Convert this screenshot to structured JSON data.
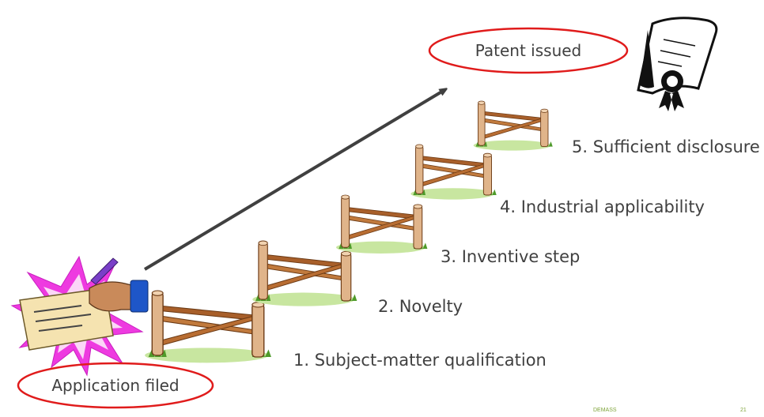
{
  "start_label": "Application filed",
  "end_label": "Patent issued",
  "steps": [
    {
      "label": "1. Subject-matter qualification"
    },
    {
      "label": "2. Novelty"
    },
    {
      "label": "3. Inventive step"
    },
    {
      "label": "4. Industrial applicability"
    },
    {
      "label": "5. Sufficient disclosure"
    }
  ],
  "footer": {
    "left": "DEMASS",
    "right": "21"
  },
  "colors": {
    "oval_stroke": "#e01b1b",
    "arrow": "#404040",
    "text": "#404040",
    "post": "#b8763a",
    "grass": "#6fb33a"
  },
  "icons": {
    "start": "hand-writing-application-icon",
    "end": "certificate-with-seal-icon",
    "hurdle": "wooden-fence-hurdle-icon"
  }
}
